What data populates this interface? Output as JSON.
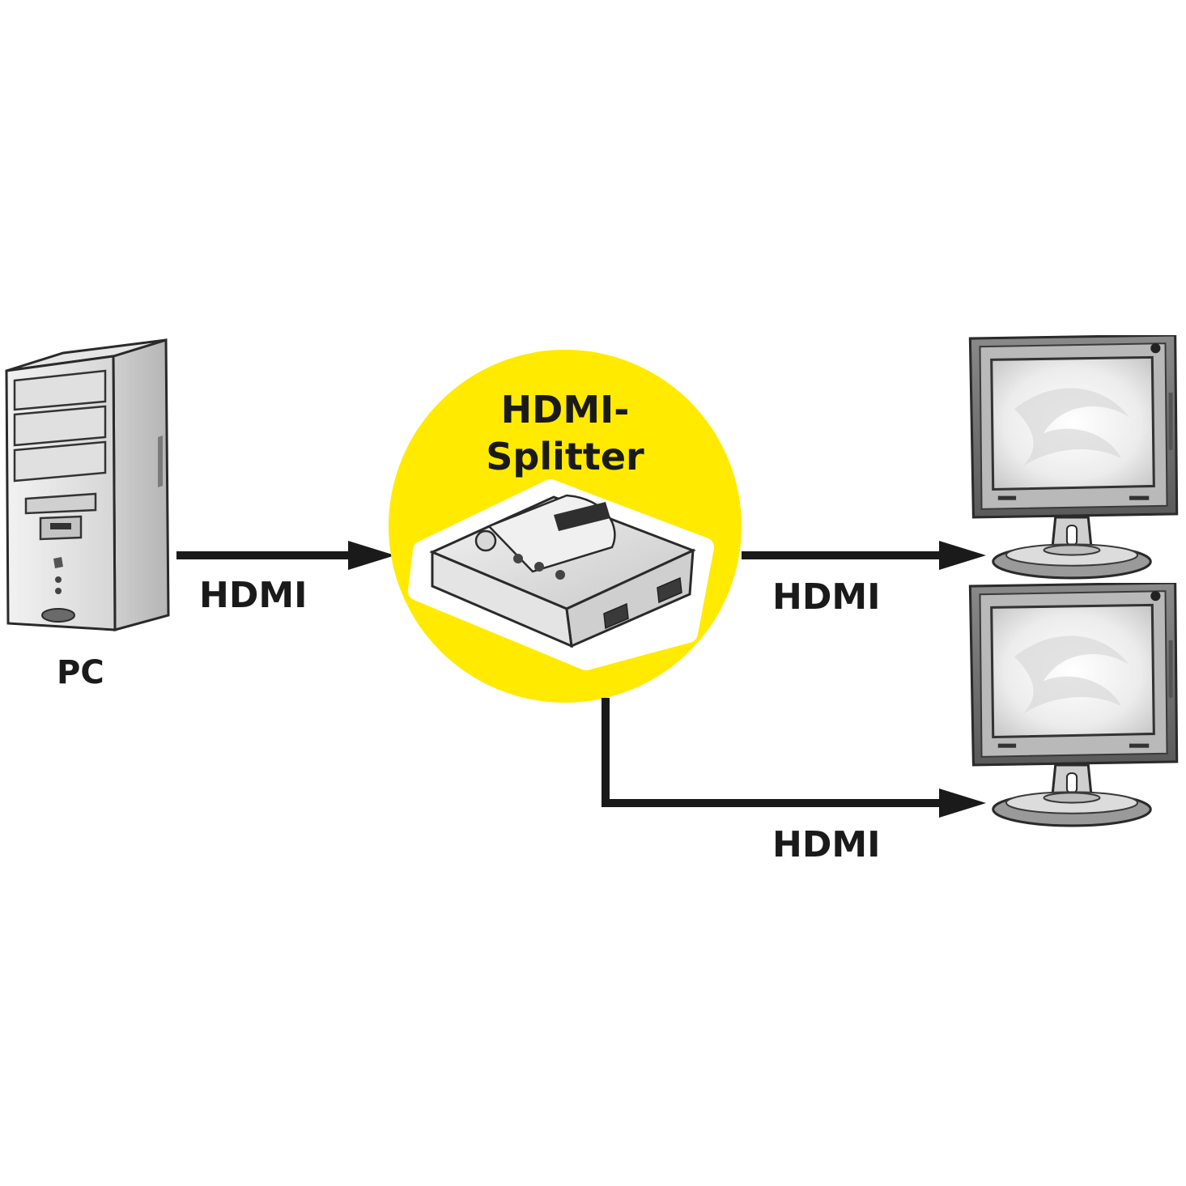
{
  "nodes": {
    "pc": {
      "label": "PC"
    },
    "splitter": {
      "label_line1": "HDMI-",
      "label_line2": "Splitter"
    },
    "monitor_top": {
      "label": ""
    },
    "monitor_bottom": {
      "label": ""
    }
  },
  "connections": [
    {
      "from": "PC",
      "to": "Splitter",
      "label": "HDMI"
    },
    {
      "from": "Splitter",
      "to": "Monitor 1",
      "label": "HDMI"
    },
    {
      "from": "Splitter",
      "to": "Monitor 2",
      "label": "HDMI"
    }
  ],
  "colors": {
    "highlight": "#ffea00",
    "line": "#1a1a1a",
    "device": "#d9d9d9",
    "device_dark": "#4a4a4a"
  }
}
